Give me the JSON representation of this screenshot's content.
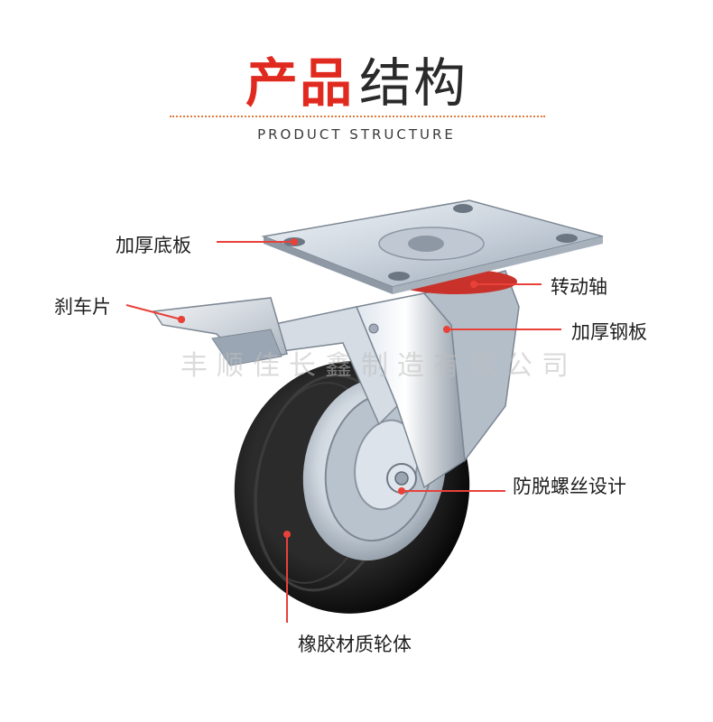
{
  "header": {
    "title_red": "产品",
    "title_dark": "结构",
    "subtitle": "PRODUCT STRUCTURE"
  },
  "labels": {
    "base_plate": "加厚底板",
    "brake": "刹车片",
    "swivel_axle": "转动轴",
    "steel_bracket": "加厚钢板",
    "anti_loose_screw": "防脱螺丝设计",
    "rubber_wheel": "橡胶材质轮体"
  },
  "watermark": "丰顺佳长鑫制造有限公司",
  "colors": {
    "accent_red": "#e02a1f",
    "leader_line": "#e8413a",
    "dotted_rule": "#e07a3a"
  }
}
